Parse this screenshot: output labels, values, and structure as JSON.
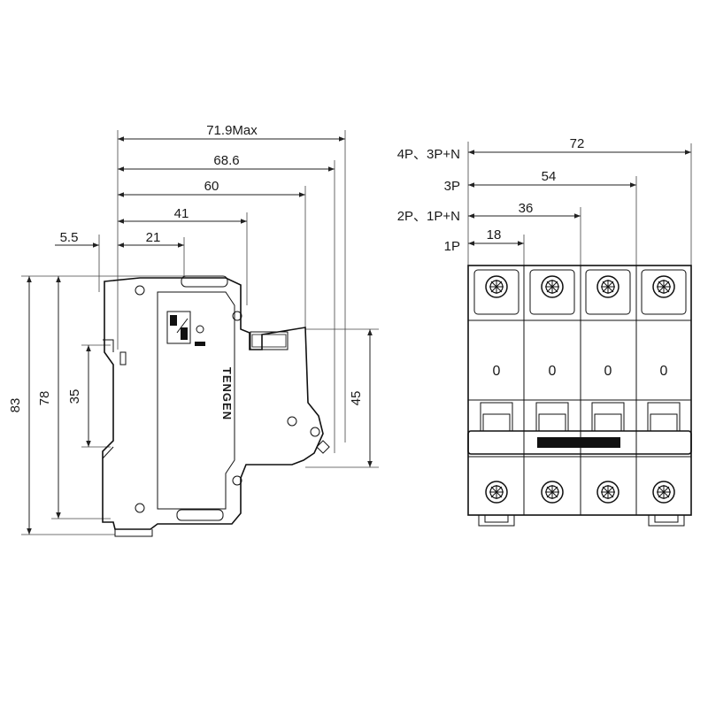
{
  "side_view": {
    "dims_horizontal": {
      "overall_max": "71.9Max",
      "d68": "68.6",
      "d60": "60",
      "d41": "41",
      "d21": "21",
      "d5": "5.5"
    },
    "dims_vertical": {
      "height_83": "83",
      "height_78": "78",
      "height_35": "35",
      "height_45": "45"
    },
    "brand_text": "TENGEN"
  },
  "front_view": {
    "pole_labels": {
      "p4": "4P、3P+N",
      "p3": "3P",
      "p2": "2P、1P+N",
      "p1": "1P"
    },
    "widths": {
      "w72": "72",
      "w54": "54",
      "w36": "36",
      "w18": "18"
    },
    "indicator_symbol": "0",
    "pole_count": 4
  }
}
